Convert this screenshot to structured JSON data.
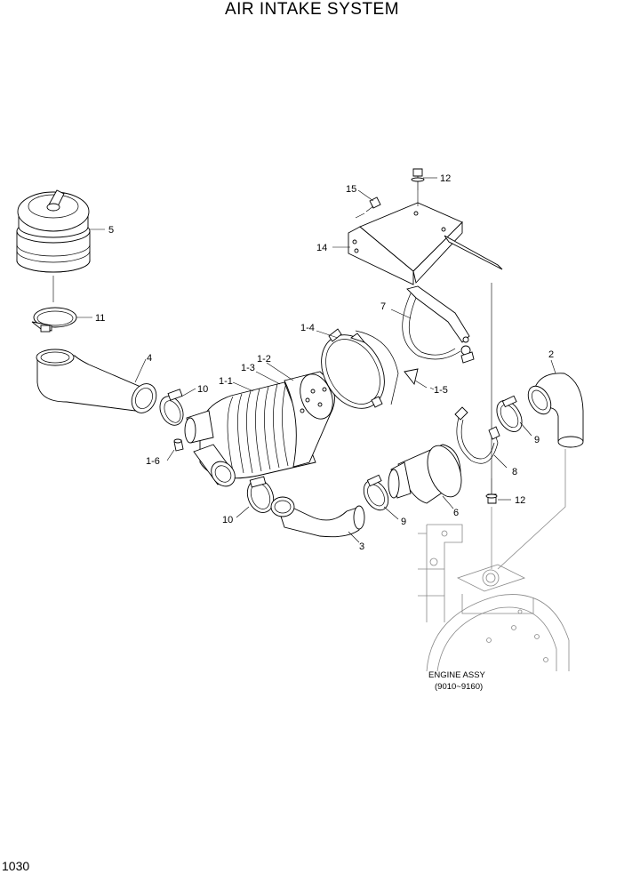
{
  "title": "AIR INTAKE SYSTEM",
  "page_number": "1030",
  "engine_note": {
    "line1": "ENGINE ASSY",
    "line2": "(9010~9160)"
  },
  "callouts": {
    "c1_1": "1-1",
    "c1_2": "1-2",
    "c1_3": "1-3",
    "c1_4": "1-4",
    "c1_5": "1-5",
    "c1_6": "1-6",
    "c2": "2",
    "c3": "3",
    "c4": "4",
    "c5": "5",
    "c6": "6",
    "c7": "7",
    "c8": "8",
    "c9a": "9",
    "c9b": "9",
    "c10a": "10",
    "c10b": "10",
    "c11": "11",
    "c12a": "12",
    "c12b": "12",
    "c14": "14",
    "c15": "15"
  }
}
